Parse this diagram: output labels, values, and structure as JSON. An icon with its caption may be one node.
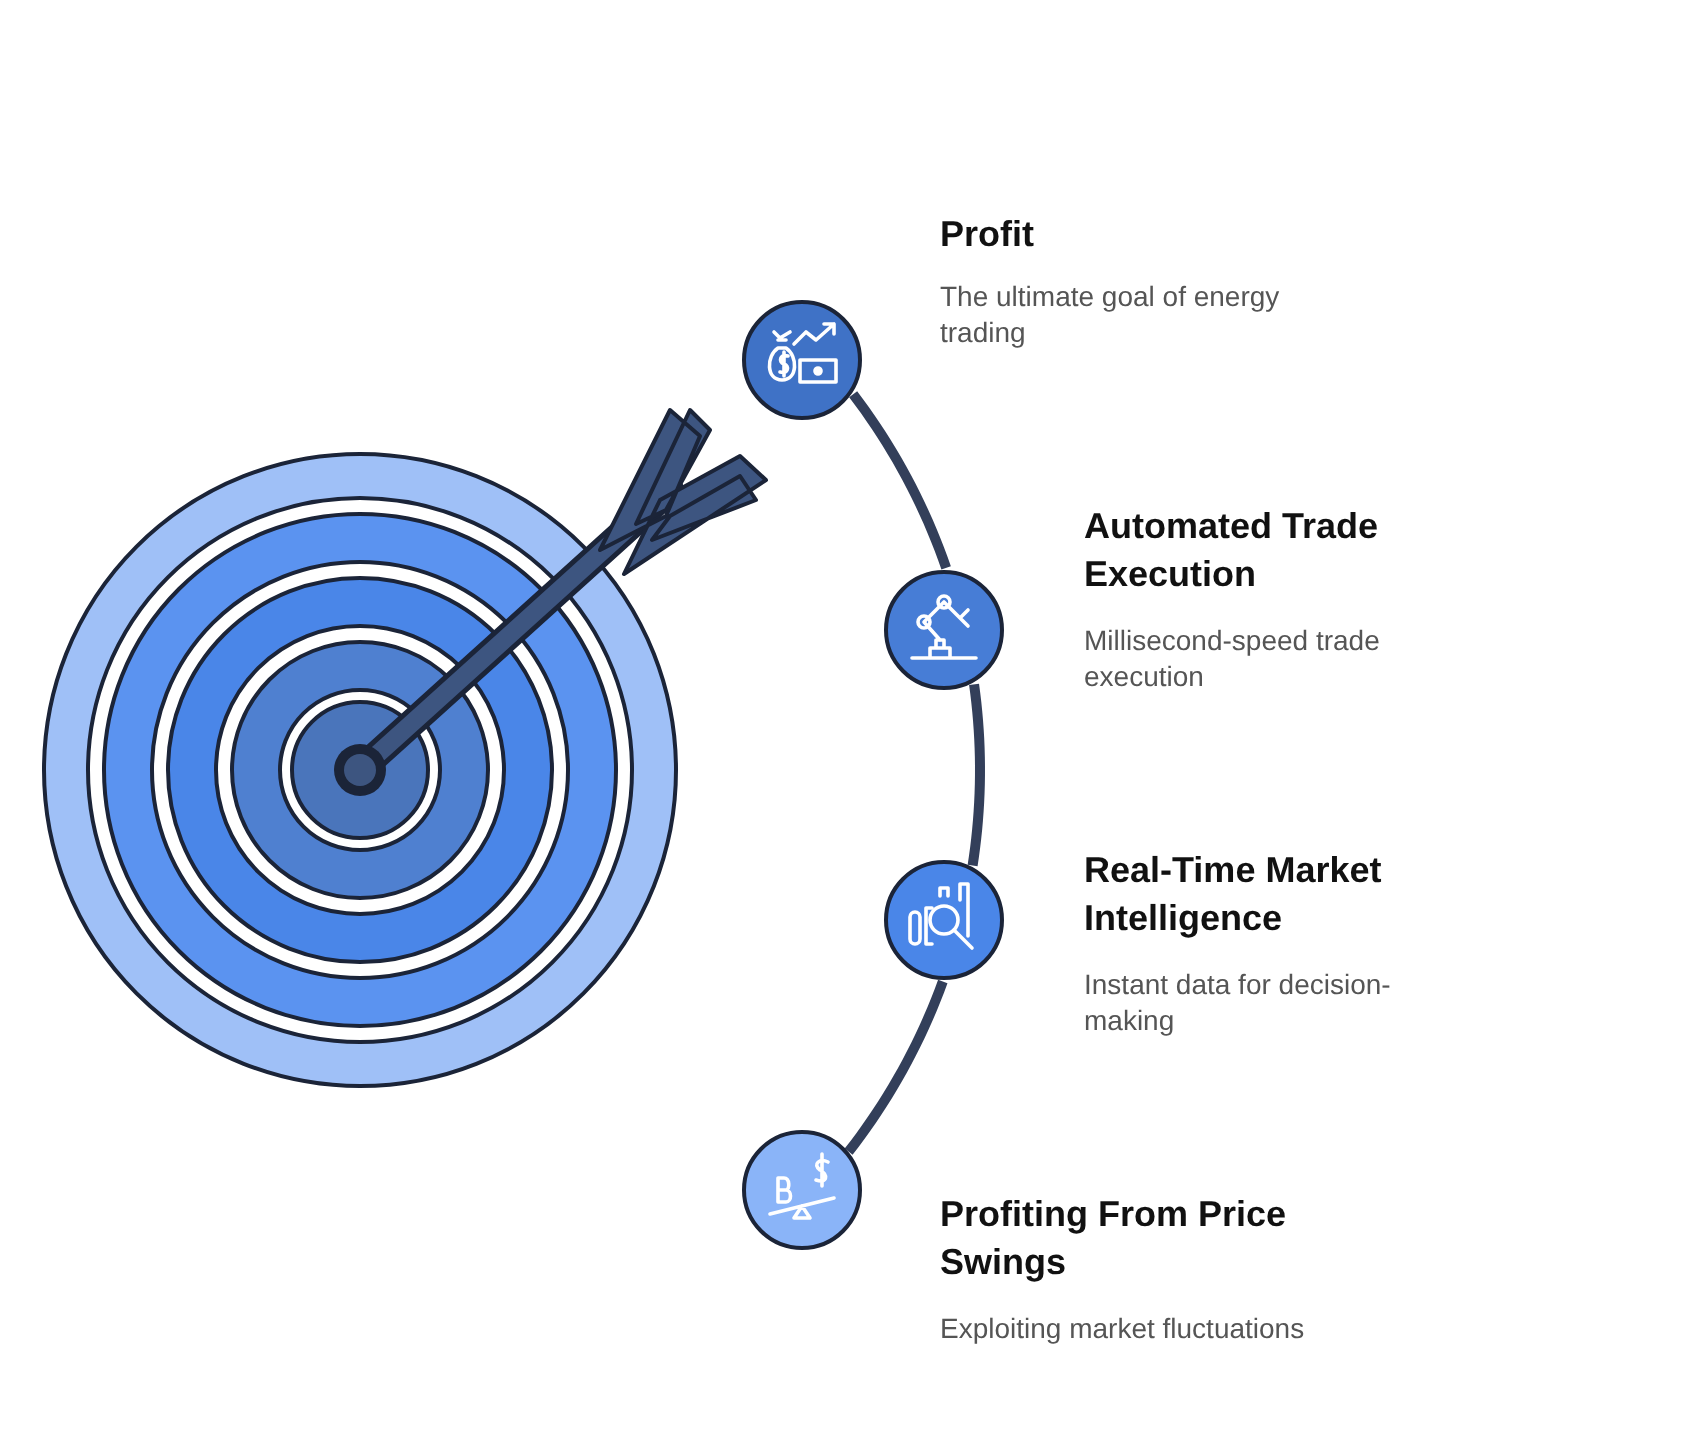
{
  "diagram": {
    "nodes": [
      {
        "text": [
          "Profit",
          "The ultimate goal of energy trading"
        ]
      },
      {
        "text": [
          "Automated Trade Execution",
          "Millisecond-speed trade execution"
        ]
      },
      {
        "text": [
          "Real-Time Market Intelligence",
          "Instant data for decision-making"
        ]
      },
      {
        "text": [
          "Profiting From Price Swings",
          "Exploiting market fluctuations"
        ]
      }
    ],
    "edges": [
      {
        "from": 0,
        "to": 1,
        "arrow": "none"
      },
      {
        "from": 1,
        "to": 2,
        "arrow": "none"
      },
      {
        "from": 2,
        "to": 3,
        "arrow": "none"
      }
    ]
  }
}
